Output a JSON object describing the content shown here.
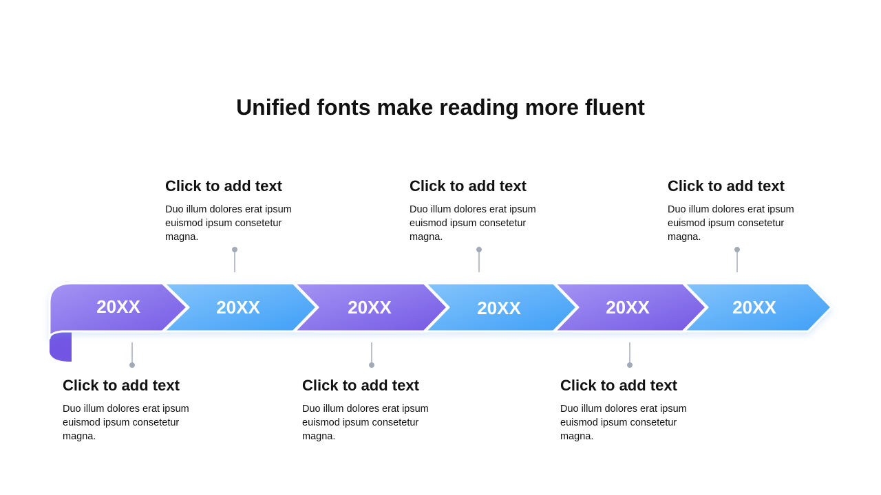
{
  "title": "Unified fonts make reading more fluent",
  "colors": {
    "purple_light": "#a18ff2",
    "purple_dark": "#7b5fe6",
    "blue_light": "#7cc0fb",
    "blue_dark": "#46a3f8",
    "connector": "#a4abb8"
  },
  "timeline": {
    "segments": [
      {
        "year": "20XX",
        "color": "purple"
      },
      {
        "year": "20XX",
        "color": "blue"
      },
      {
        "year": "20XX",
        "color": "purple"
      },
      {
        "year": "20XX",
        "color": "blue"
      },
      {
        "year": "20XX",
        "color": "purple"
      },
      {
        "year": "20XX",
        "color": "blue"
      }
    ]
  },
  "items": [
    {
      "heading": "Click to add text",
      "body": "Duo illum dolores erat ipsum euismod ipsum consetetur magna."
    },
    {
      "heading": "Click to add text",
      "body": "Duo illum dolores erat ipsum euismod ipsum consetetur magna."
    },
    {
      "heading": "Click to add text",
      "body": "Duo illum dolores erat ipsum euismod ipsum consetetur magna."
    },
    {
      "heading": "Click to add text",
      "body": "Duo illum dolores erat ipsum euismod ipsum consetetur magna."
    },
    {
      "heading": "Click to add text",
      "body": "Duo illum dolores erat ipsum euismod ipsum consetetur magna."
    },
    {
      "heading": "Click to add text",
      "body": "Duo illum dolores erat ipsum euismod ipsum consetetur magna."
    }
  ]
}
